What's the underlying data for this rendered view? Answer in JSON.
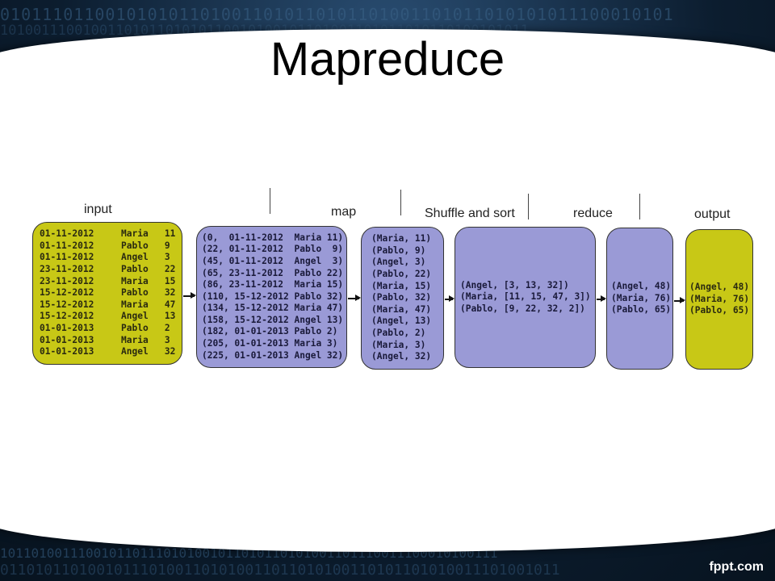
{
  "slide": {
    "title": "Mapreduce",
    "brand": "fppt.com"
  },
  "background": {
    "binary_rows": [
      "0101110110010101011010011010110101101001101011010101011100010101",
      "1010011100100110101101010110010100101101001101011010110100101011",
      "1011010011100101101110101001011010110101001101110011100010100111",
      "0110101101001011101001101010011011010100110101101010011101001011"
    ]
  },
  "diagram": {
    "stage_labels": [
      "input",
      "map",
      "Shuffle and sort",
      "reduce",
      "output"
    ],
    "input_lines": [
      "01-11-2012     Maria   11",
      "01-11-2012     Pablo   9",
      "01-11-2012     Angel   3",
      "23-11-2012     Pablo   22",
      "23-11-2012     Maria   15",
      "15-12-2012     Pablo   32",
      "15-12-2012     Maria   47",
      "15-12-2012     Angel   13",
      "01-01-2013     Pablo   2",
      "01-01-2013     Maria   3",
      "01-01-2013     Angel   32"
    ],
    "map_input_lines": [
      "(0,  01-11-2012  Maria 11)",
      "(22, 01-11-2012  Pablo  9)",
      "(45, 01-11-2012  Angel  3)",
      "(65, 23-11-2012  Pablo 22)",
      "(86, 23-11-2012  Maria 15)",
      "(110, 15-12-2012 Pablo 32)",
      "(134, 15-12-2012 Maria 47)",
      "(158, 15-12-2012 Angel 13)",
      "(182, 01-01-2013 Pablo 2)",
      "(205, 01-01-2013 Maria 3)",
      "(225, 01-01-2013 Angel 32)"
    ],
    "map_output_lines": [
      "(Maria, 11)",
      "(Pablo, 9)",
      "(Angel, 3)",
      "(Pablo, 22)",
      "(Maria, 15)",
      "(Pablo, 32)",
      "(Maria, 47)",
      "(Angel, 13)",
      "(Pablo, 2)",
      "(Maria, 3)",
      "(Angel, 32)"
    ],
    "shuffle_lines": [
      "(Angel, [3, 13, 32])",
      "(Maria, [11, 15, 47, 3])",
      "(Pablo, [9, 22, 32, 2])"
    ],
    "reduce_lines": [
      "(Angel, 48)",
      "(Maria, 76)",
      "(Pablo, 65)"
    ],
    "output_lines": [
      "(Angel, 48)",
      "(Maria, 76)",
      "(Pablo, 65)"
    ],
    "colors": {
      "olive": "#c8c816",
      "lavender": "#9a9ad6"
    }
  }
}
